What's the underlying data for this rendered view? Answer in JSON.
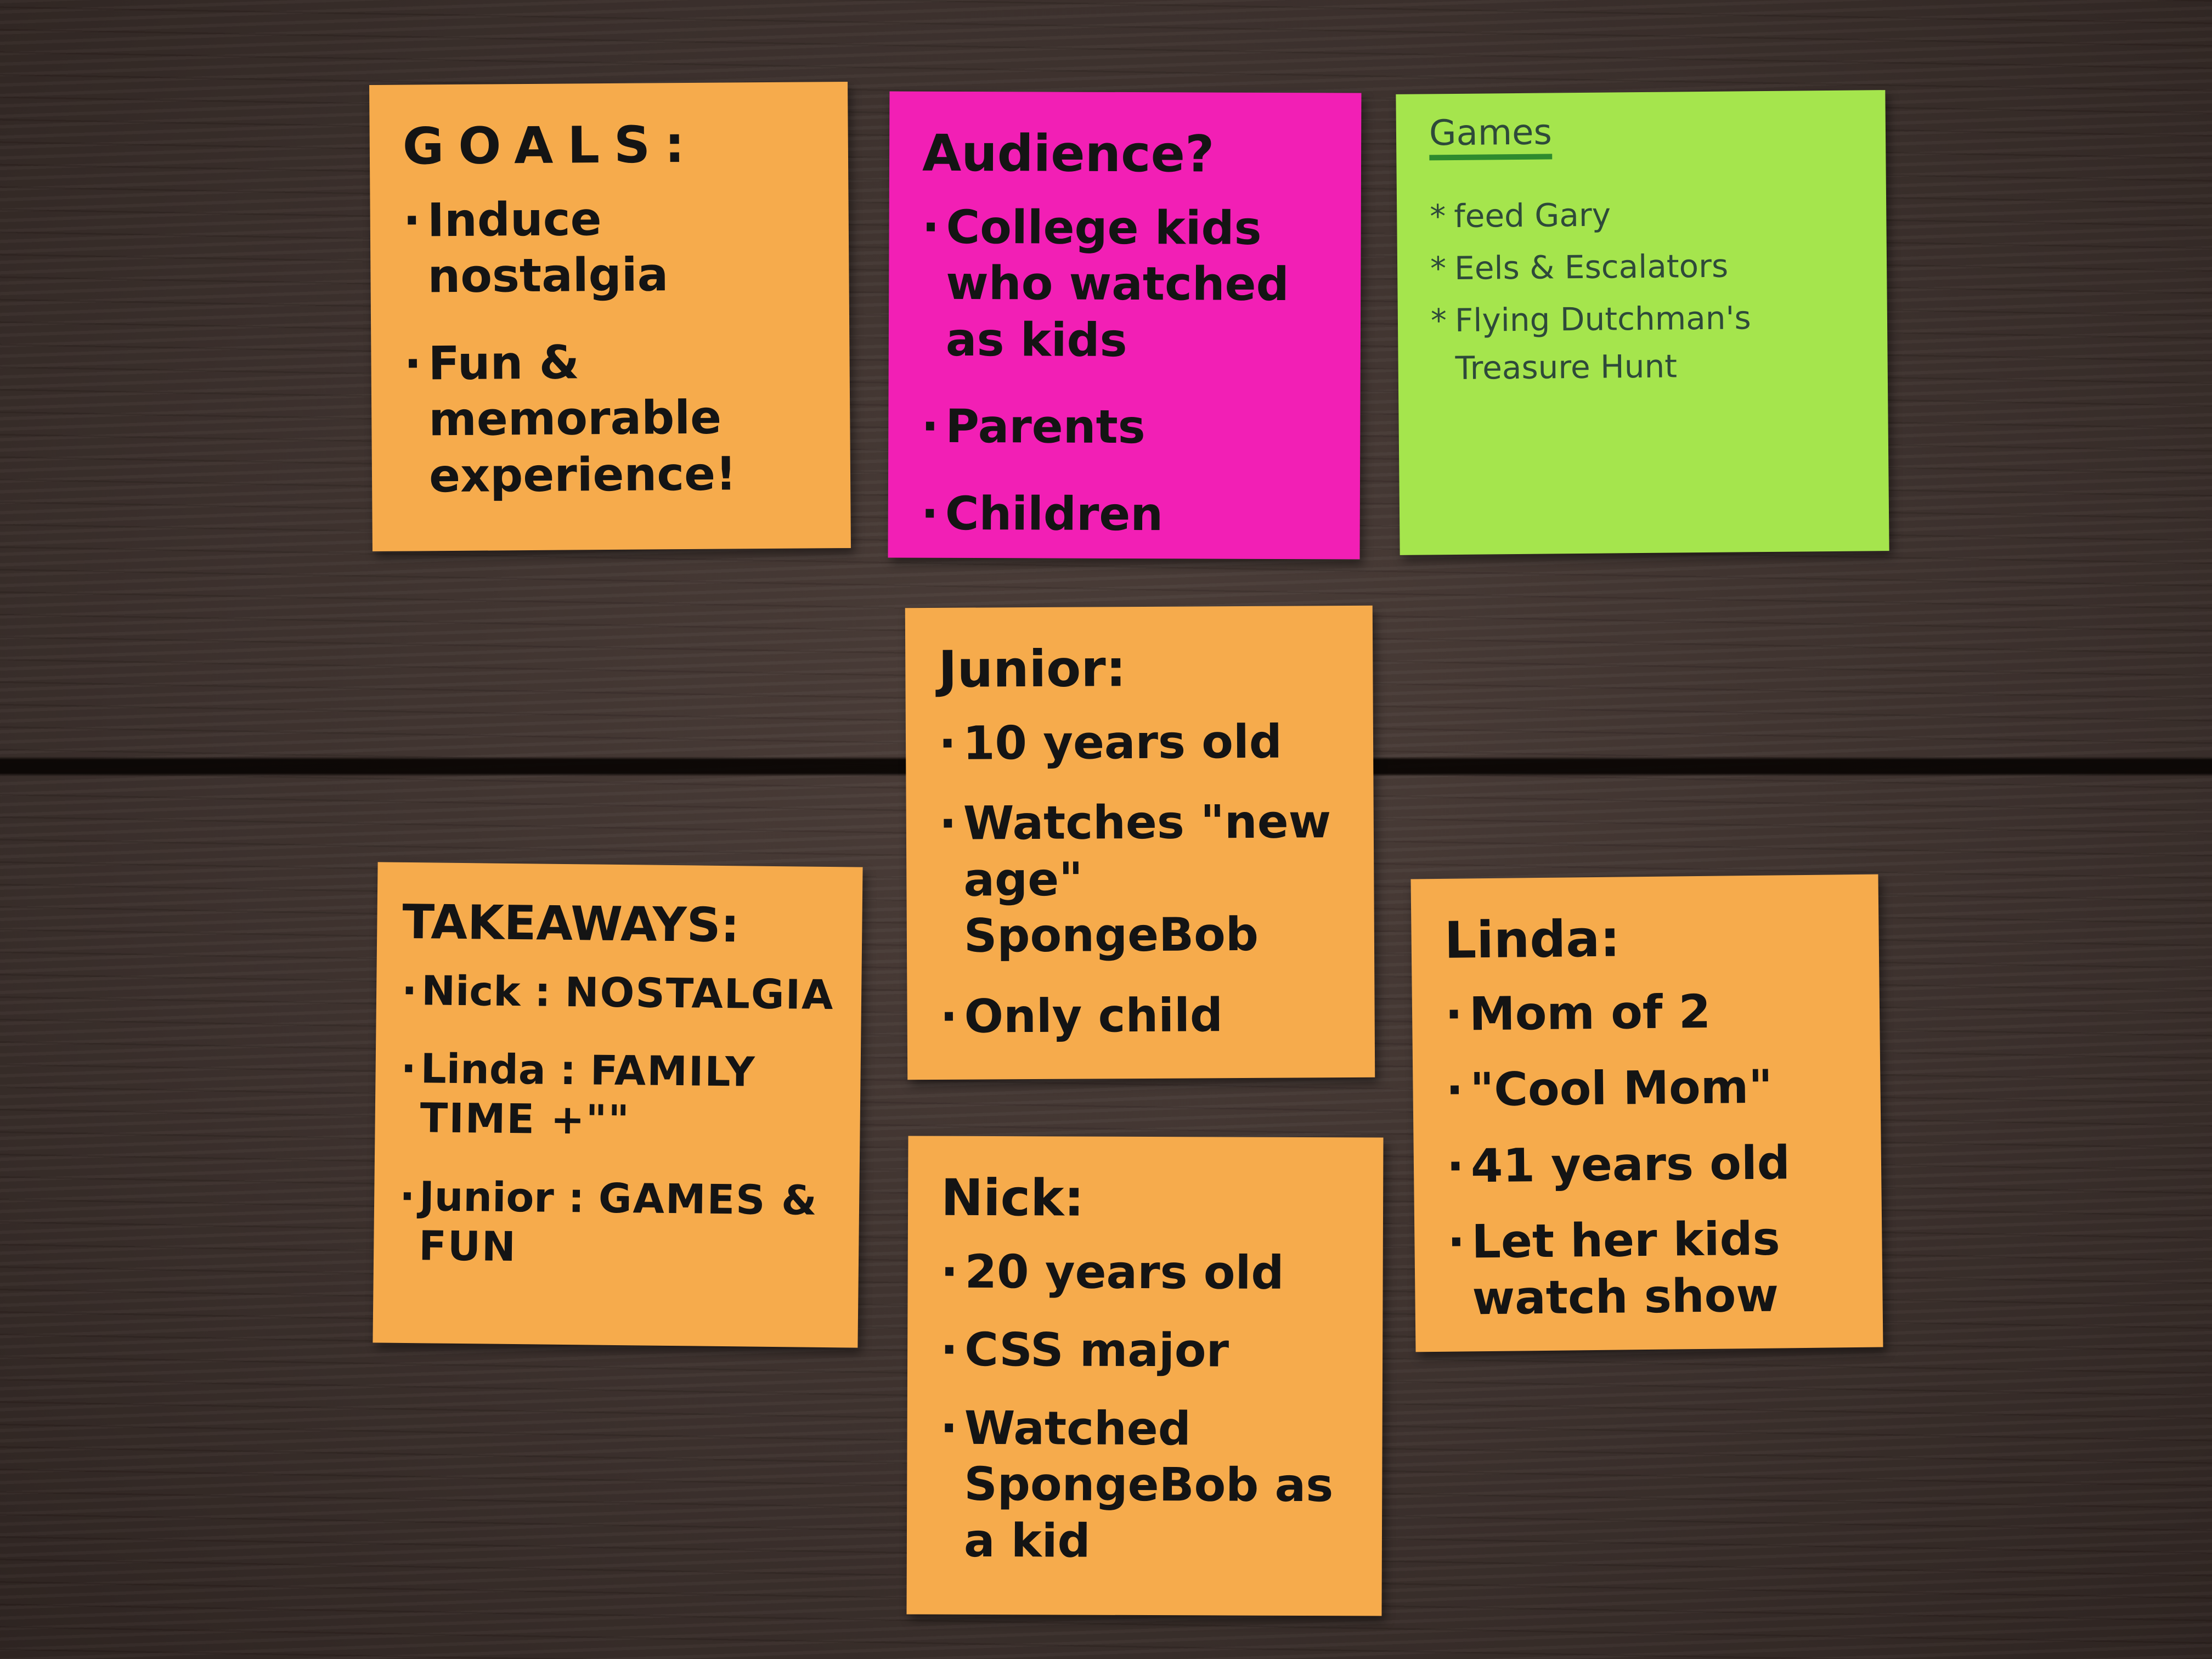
{
  "notes": {
    "goals": {
      "title": "GOALS:",
      "items": [
        "Induce nostalgia",
        "Fun & memorable experience!"
      ]
    },
    "audience": {
      "title": "Audience?",
      "items": [
        "College kids who watched as kids",
        "Parents",
        "Children"
      ]
    },
    "games": {
      "title": "Games",
      "items": [
        "feed Gary",
        "Eels & Escalators",
        "Flying Dutchman's Treasure Hunt"
      ]
    },
    "junior": {
      "title": "Junior:",
      "items": [
        "10 years old",
        "Watches \"new age\" SpongeBob",
        "Only child"
      ]
    },
    "takeaways": {
      "title": "TAKEAWAYS:",
      "items": [
        {
          "name": "Nick",
          "value": "NOSTALGIA"
        },
        {
          "name": "Linda",
          "value": "FAMILY TIME +\"\""
        },
        {
          "name": "Junior",
          "value": "GAMES & FUN"
        }
      ]
    },
    "nick": {
      "title": "Nick:",
      "items": [
        "20 years old",
        "CSS major",
        "Watched SpongeBob as a kid"
      ]
    },
    "linda": {
      "title": "Linda:",
      "items": [
        "Mom of 2",
        "\"Cool Mom\"",
        "41 years old",
        "Let her kids watch show"
      ]
    }
  },
  "colors": {
    "orange_note": "#f6ab4c",
    "pink_note": "#f21fb5",
    "green_note": "#a5e54d",
    "table": "#3b2f2b"
  }
}
